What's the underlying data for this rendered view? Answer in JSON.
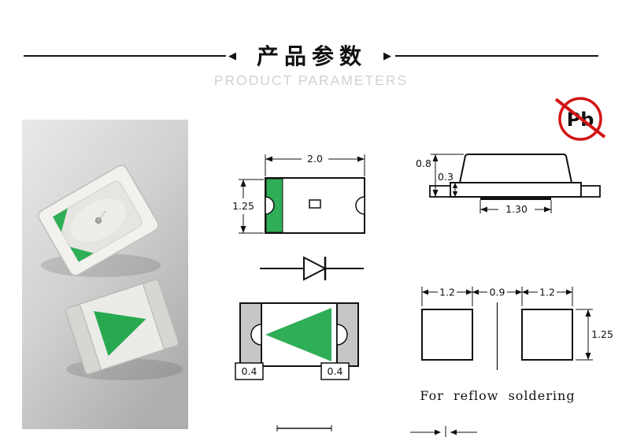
{
  "header": {
    "title": "产品参数",
    "subtitle": "PRODUCT PARAMETERS",
    "left_arrow": "◀",
    "right_arrow": "▶"
  },
  "lead_free_badge": {
    "text": "Pb"
  },
  "diagrams": {
    "top_view": {
      "width": "2.0",
      "height": "1.25"
    },
    "schematic": {
      "symbol": "diode"
    },
    "bottom_view": {
      "left_terminal_width": "0.4",
      "right_terminal_width": "0.4"
    },
    "side_view": {
      "total_height": "0.8",
      "base_thickness": "0.3",
      "bottom_pad_width": "1.30"
    },
    "pad_layout": {
      "left_pad_width": "1.2",
      "pad_gap": "0.9",
      "right_pad_width": "1.2",
      "pad_height": "1.25",
      "caption": "For reflow soldering"
    }
  },
  "colors": {
    "accent_green": "#2fae57",
    "badge_red": "#d21414",
    "line": "#111111",
    "subtitle_gray": "#d2d2d2",
    "photo_background": "#c9c9c9"
  }
}
